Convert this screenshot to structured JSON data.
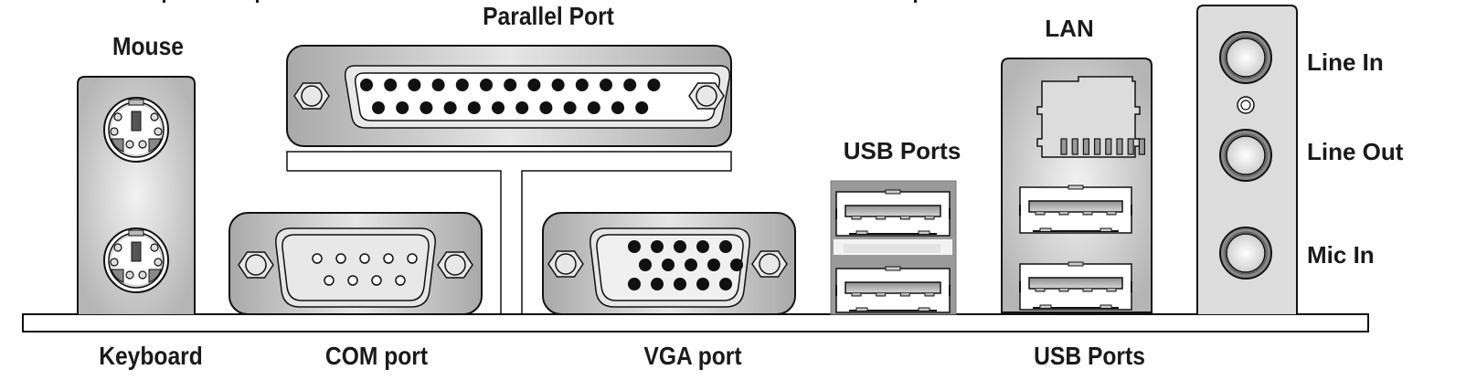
{
  "diagram": {
    "title_fragment": "Back panel I/O connectors",
    "labels": {
      "mouse": "Mouse",
      "keyboard": "Keyboard",
      "parallel_port": "Parallel Port",
      "com_port": "COM port",
      "vga_port": "VGA port",
      "usb_ports_top": "USB Ports",
      "usb_ports_bottom": "USB Ports",
      "lan": "LAN",
      "line_in": "Line In",
      "line_out": "Line Out",
      "mic_in": "Mic In"
    },
    "connectors": [
      {
        "id": "ps2-mouse",
        "type": "PS/2",
        "pins": 6
      },
      {
        "id": "ps2-keyboard",
        "type": "PS/2",
        "pins": 6
      },
      {
        "id": "parallel",
        "type": "DB-25",
        "pins": 25
      },
      {
        "id": "com",
        "type": "DE-9",
        "pins": 9
      },
      {
        "id": "vga",
        "type": "DE-15",
        "pins": 15
      },
      {
        "id": "usb-stack",
        "type": "USB-A",
        "count": 2
      },
      {
        "id": "lan-usb",
        "type": "RJ-45 + USB-A",
        "count": 2
      },
      {
        "id": "audio",
        "type": "3.5mm jack",
        "count": 3
      }
    ]
  }
}
